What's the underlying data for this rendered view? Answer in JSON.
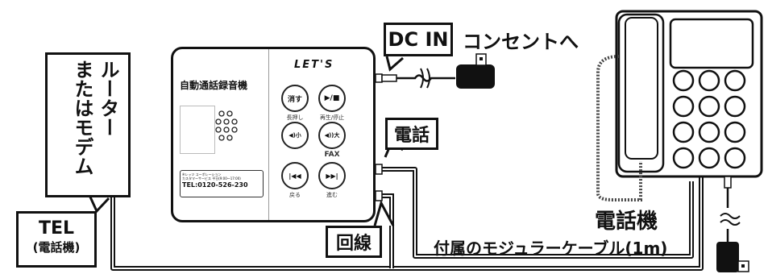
{
  "labels": {
    "dc_in": "DC IN",
    "outlet": "コンセントへ",
    "router_line1": "ルーター",
    "router_line2": "またはモデム",
    "tel": "TEL",
    "tel_sub": "(電話機)",
    "denwa": "電話",
    "kaisen": "回線",
    "denwaki": "電話機",
    "cable": "付属のモジュラーケーブル(1m)"
  },
  "device": {
    "title": "自動通話録音機",
    "brand": "LET'S",
    "info_line1": "※レッツ コーポレーション",
    "info_line2": "カスタマーサービス 平日(9:00〜17:00)",
    "phone": "TEL:0120-526-230",
    "buttons": [
      {
        "symbol": "消す",
        "caption": "長押し"
      },
      {
        "symbol": "▶/■",
        "caption": "再生/停止"
      },
      {
        "symbol": "◀)小",
        "caption": ""
      },
      {
        "symbol": "◀))大",
        "caption": "FAX"
      },
      {
        "symbol": "|◀◀",
        "caption": "戻る"
      },
      {
        "symbol": "▶▶|",
        "caption": "進む"
      }
    ]
  },
  "icons": {
    "adapter": "ac-adapter-icon",
    "phone": "telephone-icon",
    "wave": "tilde-break-icon"
  }
}
